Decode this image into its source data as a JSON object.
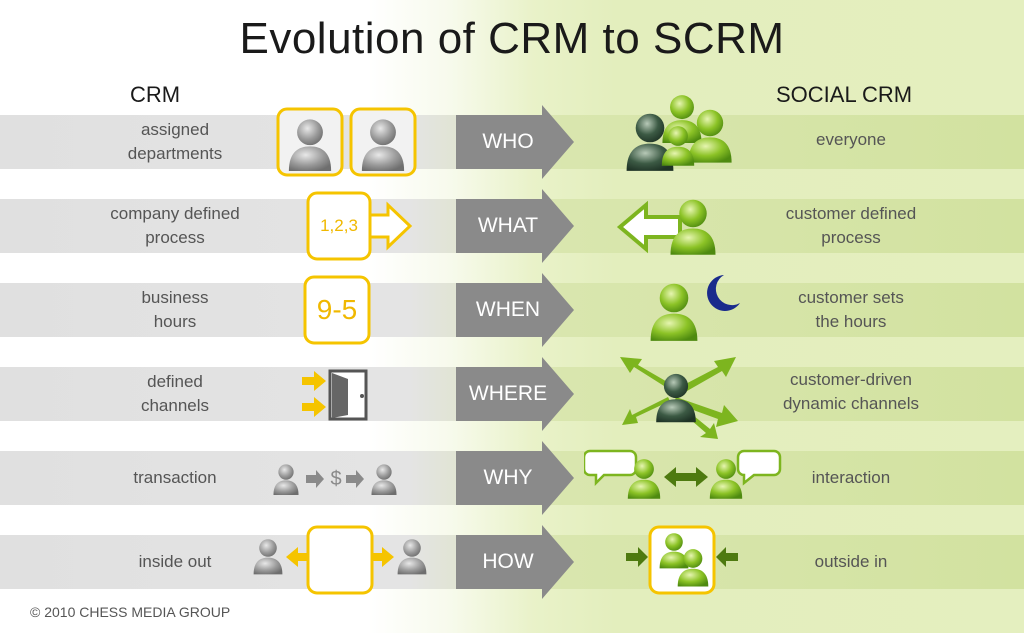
{
  "title": "Evolution of CRM to SCRM",
  "left_heading": "CRM",
  "right_heading": "SOCIAL CRM",
  "rows": [
    {
      "left": "assigned\ndepartments",
      "label": "WHO",
      "right": "everyone"
    },
    {
      "left": "company defined\nprocess",
      "label": "WHAT",
      "right": "customer defined\nprocess",
      "left_icon_text": "1,2,3"
    },
    {
      "left": "business\nhours",
      "label": "WHEN",
      "right": "customer sets\nthe hours",
      "left_icon_text": "9-5"
    },
    {
      "left": "defined\nchannels",
      "label": "WHERE",
      "right": "customer-driven\ndynamic channels"
    },
    {
      "left": "transaction",
      "label": "WHY",
      "right": "interaction",
      "left_icon_text": "$"
    },
    {
      "left": "inside out",
      "label": "HOW",
      "right": "outside in"
    }
  ],
  "footer": "© 2010 CHESS MEDIA GROUP",
  "colors": {
    "arrow": "#8a8a8a",
    "yellow": "#f5c400",
    "green": "#7db51f",
    "dark_green": "#4e7a10",
    "gray_person": "#9a9a9a",
    "moon": "#1a2b8c"
  }
}
